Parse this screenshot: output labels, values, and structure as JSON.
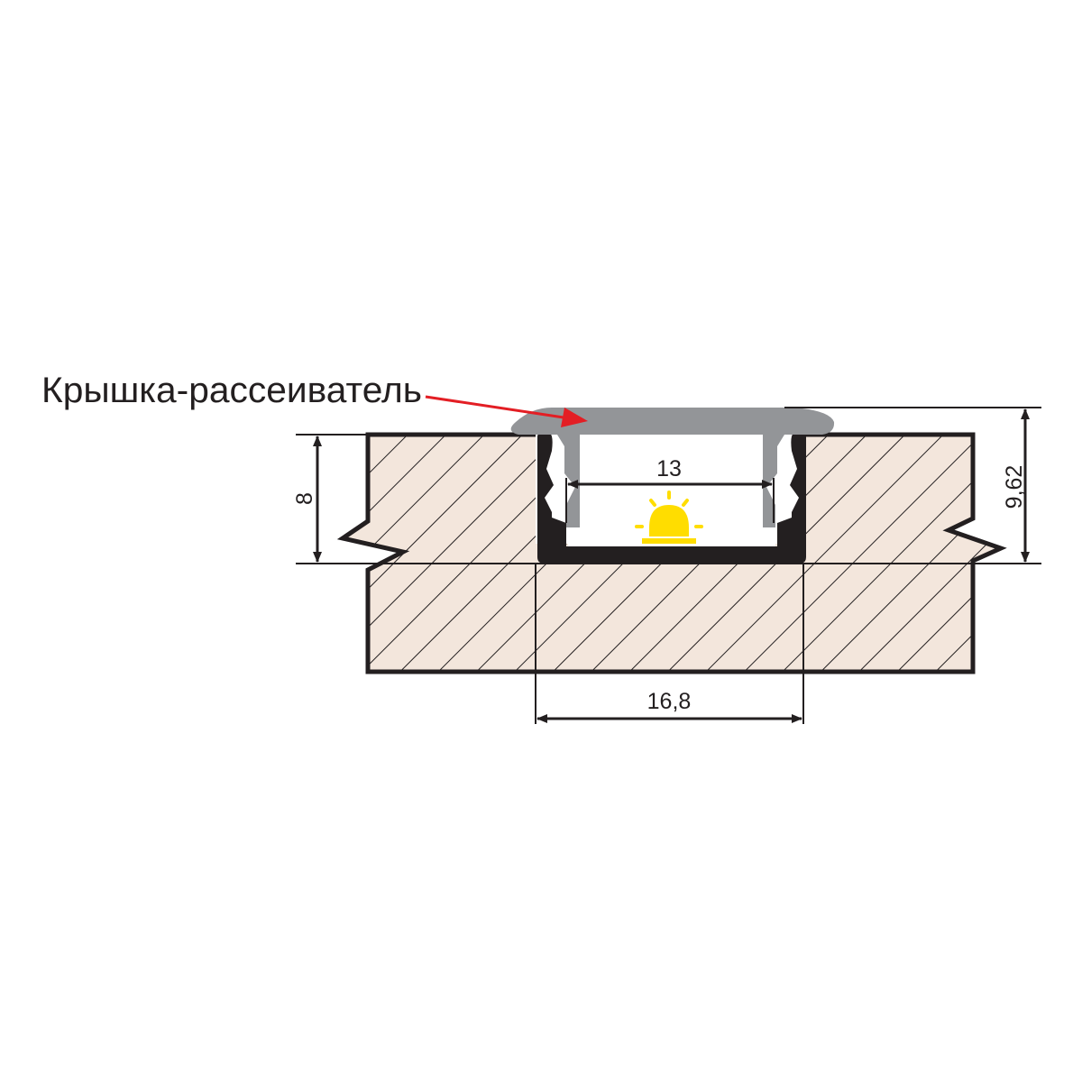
{
  "callout": {
    "label": "Крышка-рассеиватель"
  },
  "dimensions": {
    "inner_width": "13",
    "outer_width": "16,8",
    "depth": "8",
    "total_height": "9,62"
  },
  "colors": {
    "material_fill": "#f3e6dc",
    "profile": "#231f20",
    "diffuser": "#939598",
    "led": "#ffdd00",
    "arrow": "#e31e24"
  }
}
